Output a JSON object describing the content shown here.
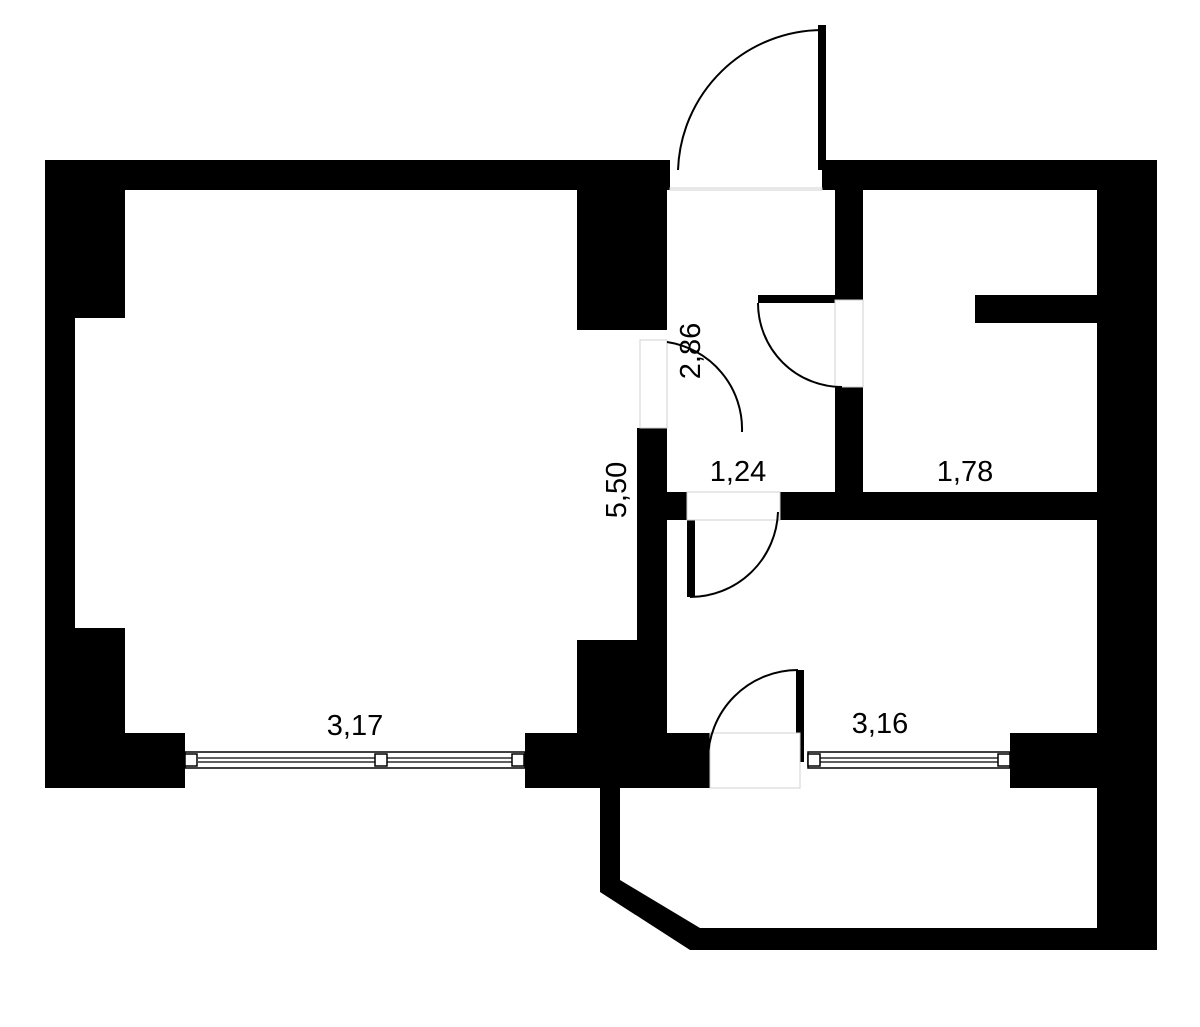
{
  "plan": {
    "colors": {
      "wall": "#000000",
      "floor": "#ffffff"
    },
    "dimensions": {
      "living_room_width": "3,17",
      "living_room_length": "5,50",
      "hallway_length": "2,86",
      "hallway_width": "1,24",
      "bathroom_width": "1,78",
      "kitchen_width": "3,16"
    }
  }
}
